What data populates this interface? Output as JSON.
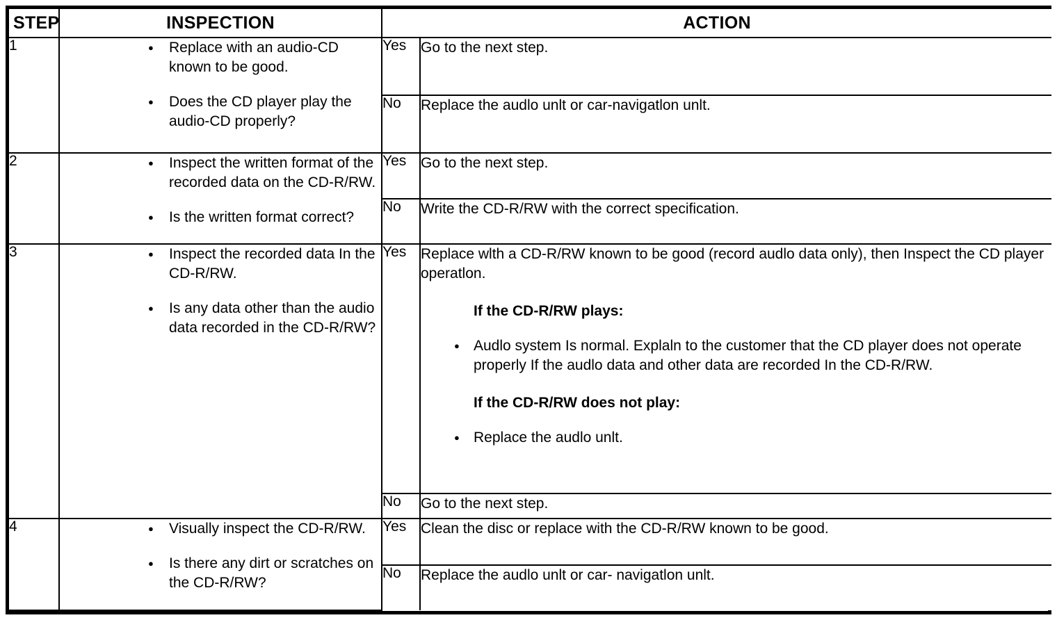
{
  "table": {
    "headers": {
      "step": "STEP",
      "inspection": "INSPECTION",
      "action": "ACTION"
    },
    "answers": {
      "yes": "Yes",
      "no": "No"
    },
    "rows": [
      {
        "step": "1",
        "inspection_bullets": [
          "Replace with an audio-CD known to be good.",
          "Does the CD player play the audio-CD properly?"
        ],
        "actions": [
          {
            "answer": "Yes",
            "text": "Go to the next step."
          },
          {
            "answer": "No",
            "text": "Replace the audlo unlt or car-navigatlon unlt."
          }
        ]
      },
      {
        "step": "2",
        "inspection_bullets": [
          "Inspect the written format of the recorded data on the CD-R/RW.",
          "Is the written format correct?"
        ],
        "actions": [
          {
            "answer": "Yes",
            "text": "Go to the next step."
          },
          {
            "answer": "No",
            "text": "Write the CD-R/RW with the correct specification."
          }
        ]
      },
      {
        "step": "3",
        "inspection_bullets": [
          "Inspect the recorded data In the CD-R/RW.",
          "Is any data other than the audio data recorded in the CD-R/RW?"
        ],
        "actions": [
          {
            "answer": "Yes",
            "text": "Replace wlth a CD-R/RW known to be good (record audlo data only), then Inspect the CD player operatlon.",
            "sub_head_1": "If the CD-R/RW plays:",
            "sub_bullet_1": "Audlo system Is normal. Explaln to the customer that the CD player does not operate properly If the audlo data and other data are recorded In the CD-R/RW.",
            "sub_head_2": "If the CD-R/RW does not play:",
            "sub_bullet_2": "Replace the audlo unlt."
          },
          {
            "answer": "No",
            "text": "Go to the next step."
          }
        ]
      },
      {
        "step": "4",
        "inspection_bullets": [
          "Visually inspect the CD-R/RW.",
          "Is there any dirt or scratches on the CD-R/RW?"
        ],
        "actions": [
          {
            "answer": "Yes",
            "text": "Clean the disc or replace with the CD-R/RW known to be good."
          },
          {
            "answer": "No",
            "text": "Replace the audlo unlt or car- navigatlon unlt."
          }
        ]
      }
    ]
  }
}
